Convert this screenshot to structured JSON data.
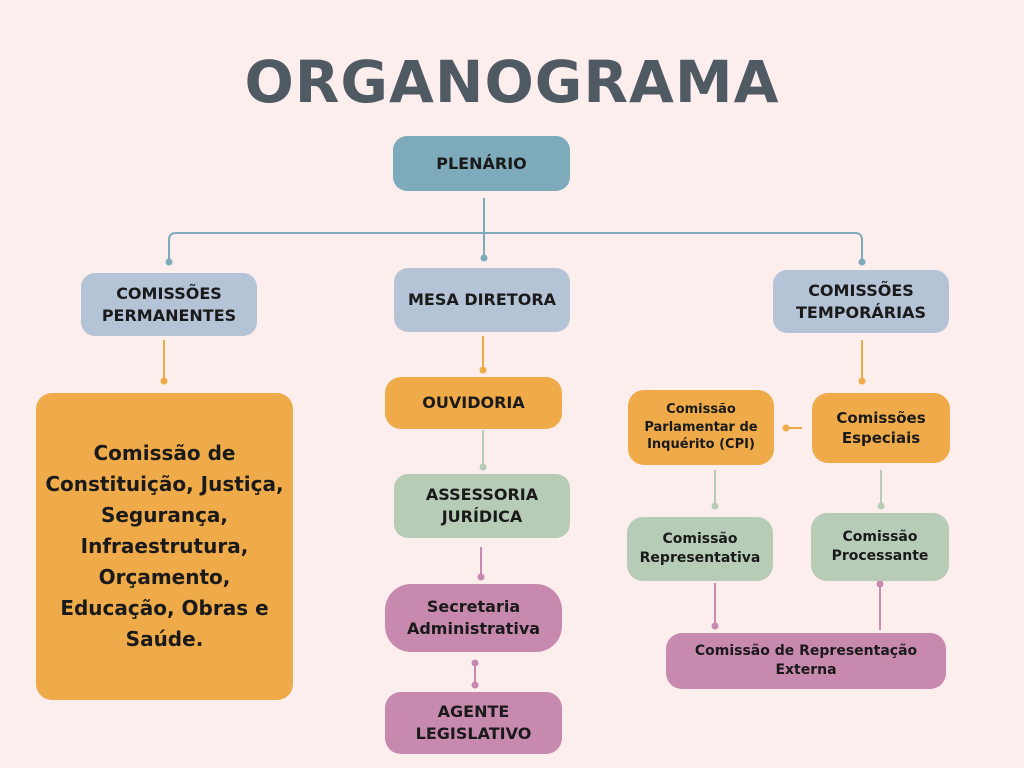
{
  "title": "ORGANOGRAMA",
  "colors": {
    "background": "#fdeeee",
    "teal": "#7eabbb",
    "slate": "#b5c3d7",
    "orange": "#efab4a",
    "sage": "#b7ccb7",
    "pink": "#c889ae",
    "title": "#505a63"
  },
  "nodes": {
    "plenario": "PLENÁRIO",
    "comissoes_permanentes": [
      "COMISSÕES",
      "PERMANENTES"
    ],
    "mesa_diretora": "MESA DIRETORA",
    "comissoes_temporarias": [
      "COMISSÕES",
      "TEMPORÁRIAS"
    ],
    "permanentes_lista": [
      "Comissão de",
      "Constituição, Justiça,",
      "Segurança,",
      "Infraestrutura,",
      "Orçamento,",
      "Educação, Obras e",
      "Saúde."
    ],
    "ouvidoria": "OUVIDORIA",
    "assessoria_juridica": [
      "ASSESSORIA",
      "JURÍDICA"
    ],
    "secretaria_administrativa": [
      "Secretaria",
      "Administrativa"
    ],
    "agente_legislativo": [
      "AGENTE",
      "LEGISLATIVO"
    ],
    "cpi": [
      "Comissão",
      "Parlamentar de",
      "Inquérito (CPI)"
    ],
    "comissoes_especiais": [
      "Comissões",
      "Especiais"
    ],
    "comissao_representativa": [
      "Comissão",
      "Representativa"
    ],
    "comissao_processante": [
      "Comissão",
      "Processante"
    ],
    "representacao_externa": [
      "Comissão de Representação",
      "Externa"
    ]
  }
}
